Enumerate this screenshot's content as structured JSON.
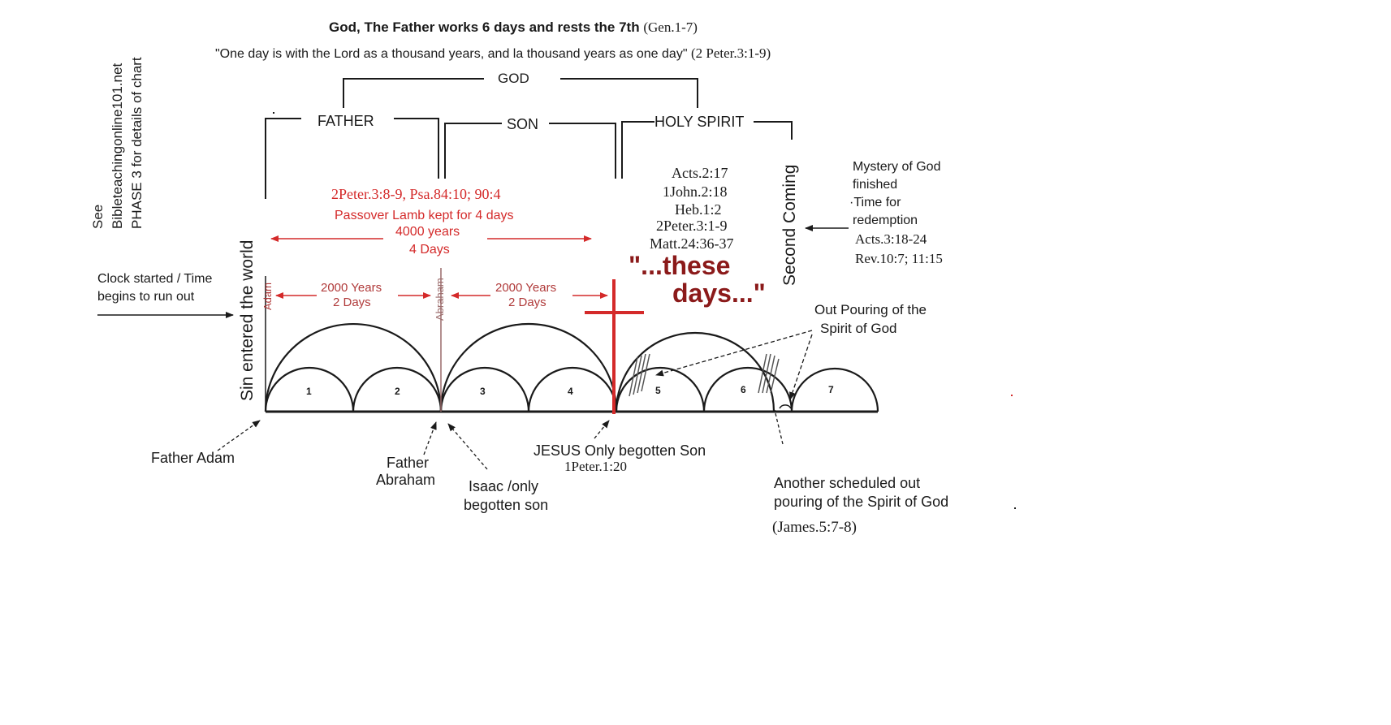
{
  "header": {
    "title": "God, The Father works 6 days and rests the 7th",
    "title_ref": "(Gen.1-7)",
    "quote": "\"One day is with the Lord as a thousand years, and la thousand years as one day\"",
    "quote_ref": "(2 Peter.3:1-9)"
  },
  "side_note": {
    "line1": "See",
    "line2": "Bibleteachingonline101.net",
    "line3": "PHASE 3 for details of chart"
  },
  "godhead": {
    "god": "GOD",
    "father": "FATHER",
    "son": "SON",
    "holy_spirit": "HOLY SPIRIT"
  },
  "father_period": {
    "refs": "2Peter.3:8-9, Psa.84:10; 90:4",
    "passover": "Passover Lamb kept for 4 days",
    "years": "4000 years",
    "days": "4 Days"
  },
  "segments": {
    "first_years": "2000 Years",
    "first_days": "2 Days",
    "second_years": "2000 Years",
    "second_days": "2 Days"
  },
  "vertical_labels": {
    "sin": "Sin entered the world",
    "adam": "Adam",
    "abraham": "Abraham",
    "second_coming": "Second Coming"
  },
  "spirit_refs": [
    "Acts.2:17",
    "1John.2:18",
    "Heb.1:2",
    "2Peter.3:1-9",
    "Matt.24:36-37"
  ],
  "these_days": {
    "line1": "\"...these",
    "line2": "days...\""
  },
  "mystery": {
    "line1": "Mystery of God",
    "line2": "finished",
    "line3": "·Time for",
    "line4": "redemption",
    "ref1": "Acts.3:18-24",
    "ref2": "Rev.10:7; 11:15"
  },
  "clock": {
    "line1": "Clock started / Time",
    "line2": "begins to run out"
  },
  "outpouring": {
    "line1": "Out Pouring of the",
    "line2": "Spirit of God"
  },
  "day_numbers": [
    "1",
    "2",
    "3",
    "4",
    "5",
    "6",
    "7"
  ],
  "bottom": {
    "father_adam": "Father Adam",
    "father_abraham_1": "Father",
    "father_abraham_2": "Abraham",
    "isaac_1": "Isaac /only",
    "isaac_2": "begotten son",
    "jesus": "JESUS Only begotten Son",
    "jesus_ref": "1Peter.1:20",
    "another_1": "Another scheduled out",
    "another_2": "pouring of the Spirit of God",
    "james": "(James.5:7-8)"
  },
  "colors": {
    "text": "#1a1a1a",
    "red": "#d42a2a",
    "dark_red": "#8b1a1a",
    "line": "#1a1a1a"
  }
}
